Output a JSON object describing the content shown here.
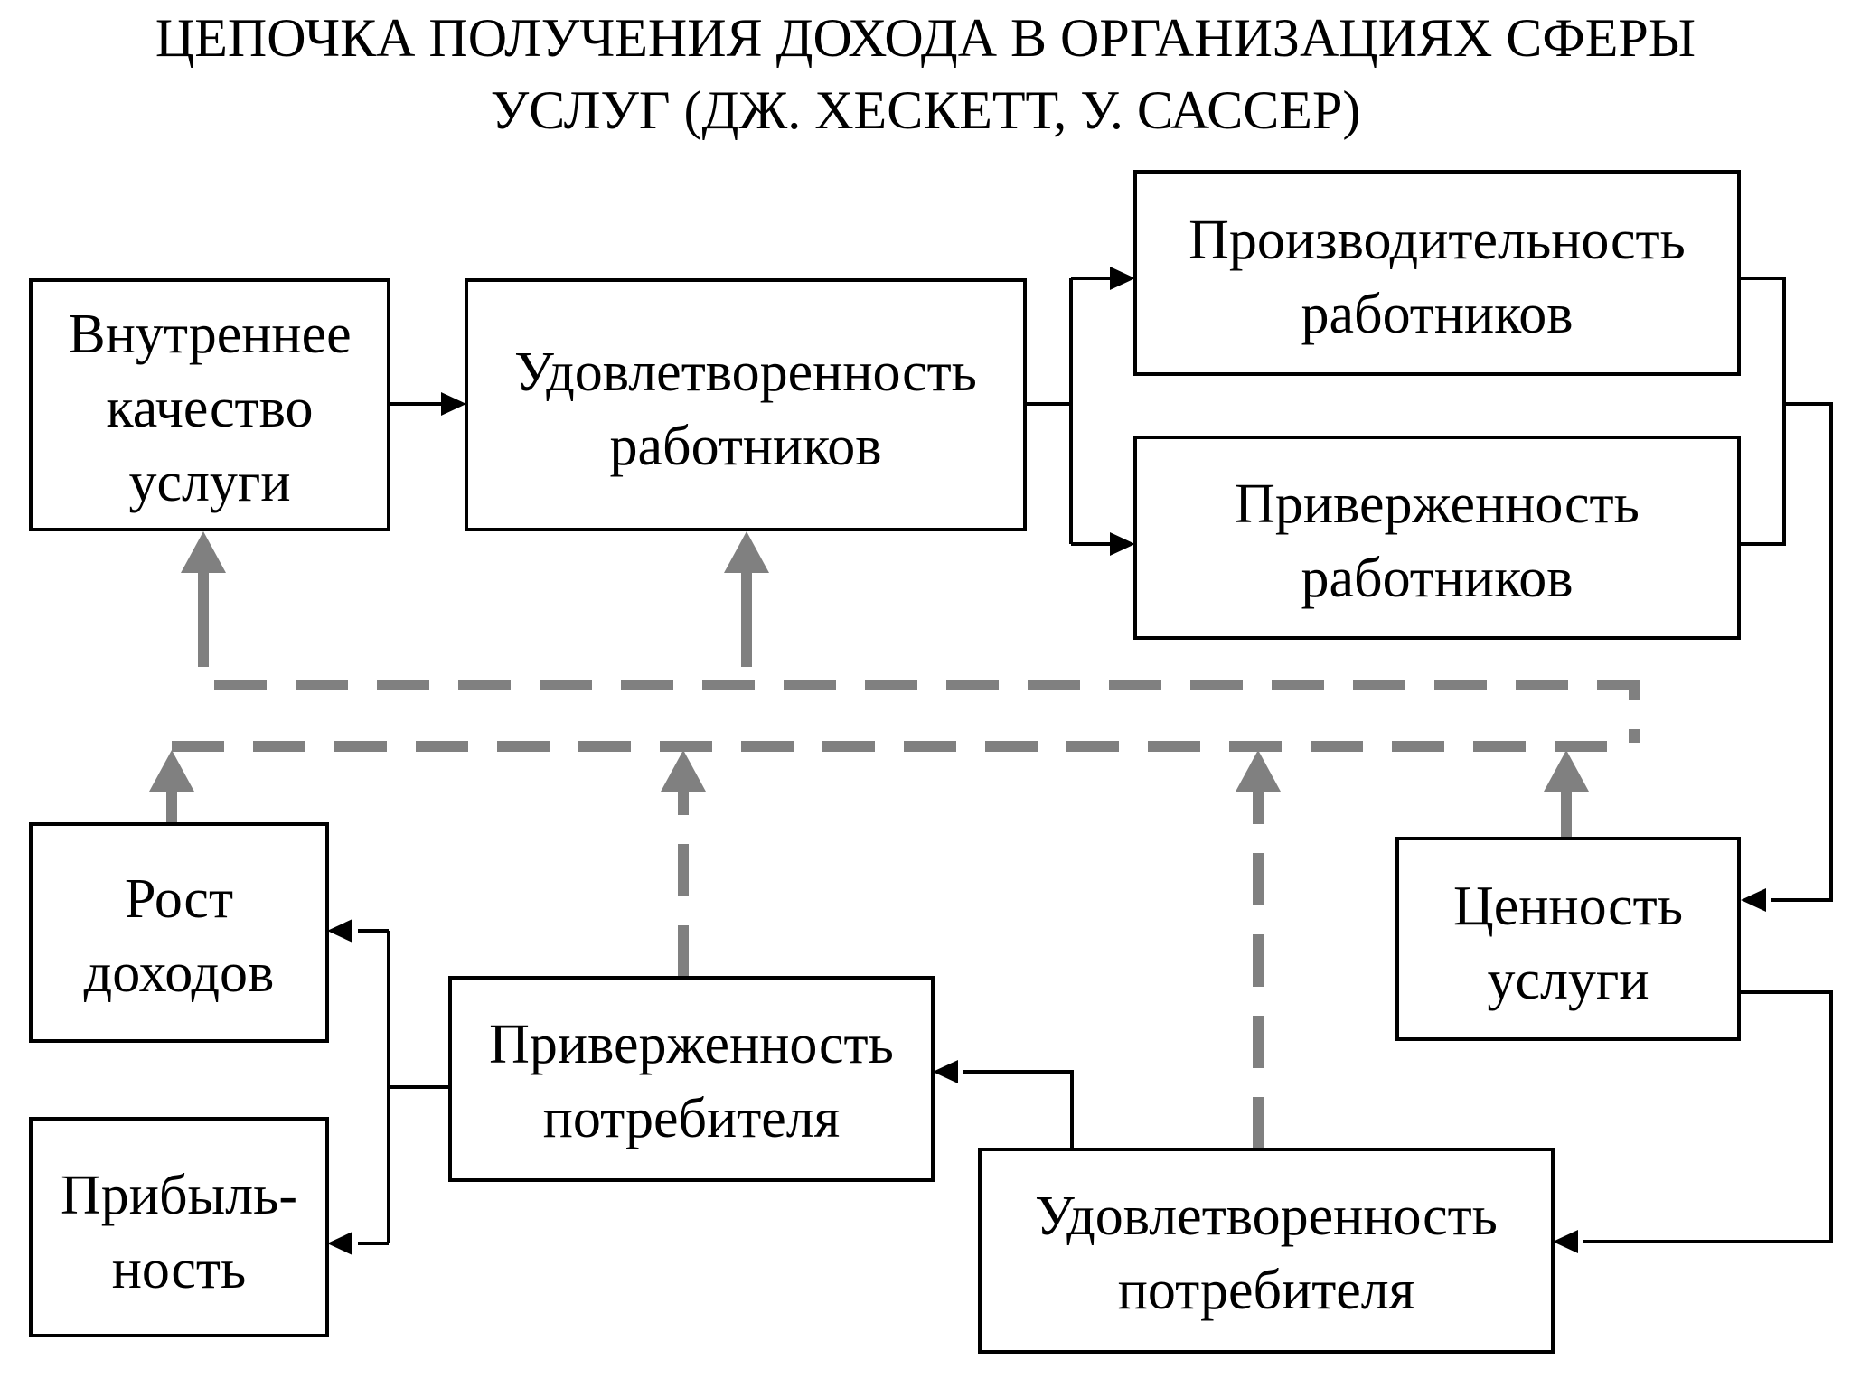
{
  "title": {
    "line1": "ЦЕПОЧКА ПОЛУЧЕНИЯ ДОХОДА В ОРГАНИЗАЦИЯХ СФЕРЫ",
    "line2": "УСЛУГ (ДЖ. ХЕСКЕТТ, У. САССЕР)"
  },
  "boxes": {
    "internal_quality": [
      "Внутреннее",
      "качество",
      "услуги"
    ],
    "employee_satisfaction": [
      "Удовлетворенность",
      "работников"
    ],
    "employee_productivity": [
      "Производительность",
      "работников"
    ],
    "employee_loyalty": [
      "Приверженность",
      "работников"
    ],
    "service_value": [
      "Ценность",
      "услуги"
    ],
    "revenue_growth": [
      "Рост",
      "доходов"
    ],
    "profitability": [
      "Прибыль-",
      "ность"
    ],
    "customer_loyalty": [
      "Приверженность",
      "потребителя"
    ],
    "customer_satisfaction": [
      "Удовлетворенность",
      "потребителя"
    ]
  }
}
